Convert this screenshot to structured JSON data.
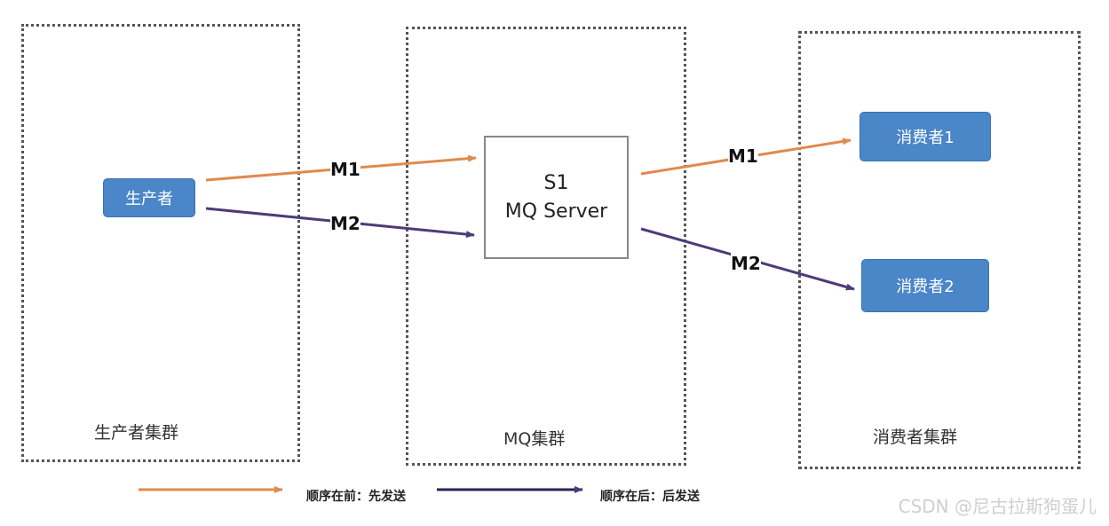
{
  "clusters": {
    "producer_label": "生产者集群",
    "mq_label": "MQ集群",
    "consumer_label": "消费者集群"
  },
  "nodes": {
    "producer": "生产者",
    "mq_server_line1": "S1",
    "mq_server_line2": "MQ Server",
    "consumer_1": "消费者1",
    "consumer_2": "消费者2"
  },
  "messages": {
    "m1_in": "M1",
    "m2_in": "M2",
    "m1_out": "M1",
    "m2_out": "M2"
  },
  "legend": {
    "first_text": "顺序在前：先发送",
    "second_text": "顺序在后：后发送",
    "first_color": "#e08a50",
    "second_color": "#4e3a78"
  },
  "watermark": "CSDN @尼古拉斯狗蛋儿"
}
